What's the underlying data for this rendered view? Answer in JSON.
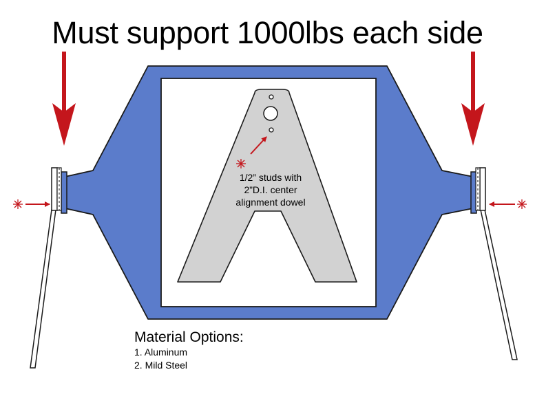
{
  "headline": "Must support 1000lbs each side",
  "studs_note": {
    "line1": "1/2” studs with",
    "line2": "2”D.I. center",
    "line3": "alignment dowel"
  },
  "materials": {
    "title": "Material Options:",
    "items": [
      "1. Aluminum",
      "2. Mild Steel"
    ]
  },
  "colors": {
    "frame_blue": "#5b7ccb",
    "arrow_red": "#c4161c",
    "plate_gray": "#d2d2d2",
    "outline": "#1a1a1a"
  }
}
